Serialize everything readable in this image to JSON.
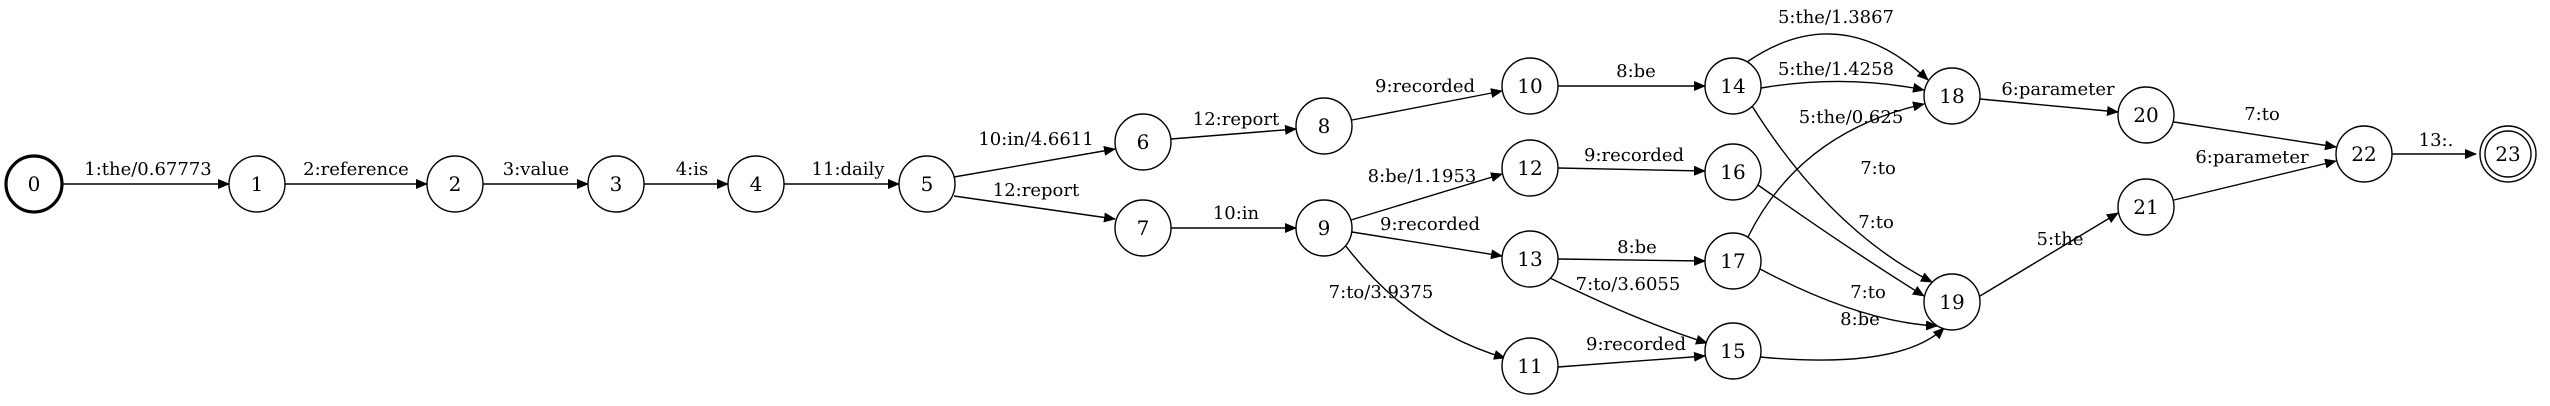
{
  "graph": {
    "nodes": [
      {
        "id": "0",
        "label": "0",
        "kind": "start"
      },
      {
        "id": "1",
        "label": "1"
      },
      {
        "id": "2",
        "label": "2"
      },
      {
        "id": "3",
        "label": "3"
      },
      {
        "id": "4",
        "label": "4"
      },
      {
        "id": "5",
        "label": "5"
      },
      {
        "id": "6",
        "label": "6"
      },
      {
        "id": "7",
        "label": "7"
      },
      {
        "id": "8",
        "label": "8"
      },
      {
        "id": "9",
        "label": "9"
      },
      {
        "id": "10",
        "label": "10"
      },
      {
        "id": "11",
        "label": "11"
      },
      {
        "id": "12",
        "label": "12"
      },
      {
        "id": "13",
        "label": "13"
      },
      {
        "id": "14",
        "label": "14"
      },
      {
        "id": "15",
        "label": "15"
      },
      {
        "id": "16",
        "label": "16"
      },
      {
        "id": "17",
        "label": "17"
      },
      {
        "id": "18",
        "label": "18"
      },
      {
        "id": "19",
        "label": "19"
      },
      {
        "id": "20",
        "label": "20"
      },
      {
        "id": "21",
        "label": "21"
      },
      {
        "id": "22",
        "label": "22"
      },
      {
        "id": "23",
        "label": "23",
        "kind": "final"
      }
    ],
    "edges": [
      {
        "from": "0",
        "to": "1",
        "label": "1:the/0.67773"
      },
      {
        "from": "1",
        "to": "2",
        "label": "2:reference"
      },
      {
        "from": "2",
        "to": "3",
        "label": "3:value"
      },
      {
        "from": "3",
        "to": "4",
        "label": "4:is"
      },
      {
        "from": "4",
        "to": "5",
        "label": "11:daily"
      },
      {
        "from": "5",
        "to": "6",
        "label": "10:in/4.6611"
      },
      {
        "from": "5",
        "to": "7",
        "label": "12:report"
      },
      {
        "from": "6",
        "to": "8",
        "label": "12:report"
      },
      {
        "from": "7",
        "to": "9",
        "label": "10:in"
      },
      {
        "from": "8",
        "to": "10",
        "label": "9:recorded"
      },
      {
        "from": "9",
        "to": "12",
        "label": "8:be/1.1953"
      },
      {
        "from": "9",
        "to": "13",
        "label": "9:recorded"
      },
      {
        "from": "9",
        "to": "11",
        "label": "7:to/3.9375"
      },
      {
        "from": "10",
        "to": "14",
        "label": "8:be"
      },
      {
        "from": "12",
        "to": "16",
        "label": "9:recorded"
      },
      {
        "from": "13",
        "to": "17",
        "label": "8:be"
      },
      {
        "from": "13",
        "to": "15",
        "label": "7:to/3.6055"
      },
      {
        "from": "11",
        "to": "15",
        "label": "9:recorded"
      },
      {
        "from": "14",
        "to": "18",
        "label": "5:the/1.3867"
      },
      {
        "from": "16",
        "to": "18",
        "label": "5:the/1.4258"
      },
      {
        "from": "17",
        "to": "18",
        "label": "5:the/0.625"
      },
      {
        "from": "14",
        "to": "19",
        "label": "7:to"
      },
      {
        "from": "16",
        "to": "19",
        "label": "7:to"
      },
      {
        "from": "17",
        "to": "19",
        "label": "7:to"
      },
      {
        "from": "15",
        "to": "19",
        "label": "8:be"
      },
      {
        "from": "18",
        "to": "20",
        "label": "6:parameter"
      },
      {
        "from": "19",
        "to": "21",
        "label": "5:the"
      },
      {
        "from": "20",
        "to": "22",
        "label": "7:to"
      },
      {
        "from": "21",
        "to": "22",
        "label": "6:parameter"
      },
      {
        "from": "22",
        "to": "23",
        "label": "13:."
      }
    ]
  }
}
